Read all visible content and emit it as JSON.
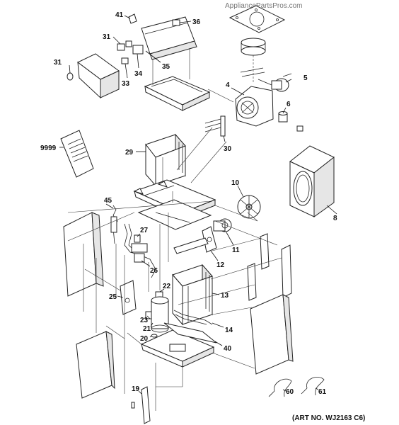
{
  "watermark": "AppliancePartsPros.com",
  "art_number": "(ART NO. WJ2163 C6)",
  "labels": {
    "p41": "41",
    "p36": "36",
    "p31a": "31",
    "p31b": "31",
    "p35": "35",
    "p34": "34",
    "p33": "33",
    "p5": "5",
    "p4": "4",
    "p6": "6",
    "p9999": "9999",
    "p29": "29",
    "p30": "30",
    "p10": "10",
    "p8": "8",
    "p45": "45",
    "p27": "27",
    "p11": "11",
    "p12": "12",
    "p26": "26",
    "p22": "22",
    "p25": "25",
    "p13": "13",
    "p23": "23",
    "p21": "21",
    "p14": "14",
    "p20": "20",
    "p40": "40",
    "p19": "19",
    "p60": "60",
    "p61": "61"
  }
}
